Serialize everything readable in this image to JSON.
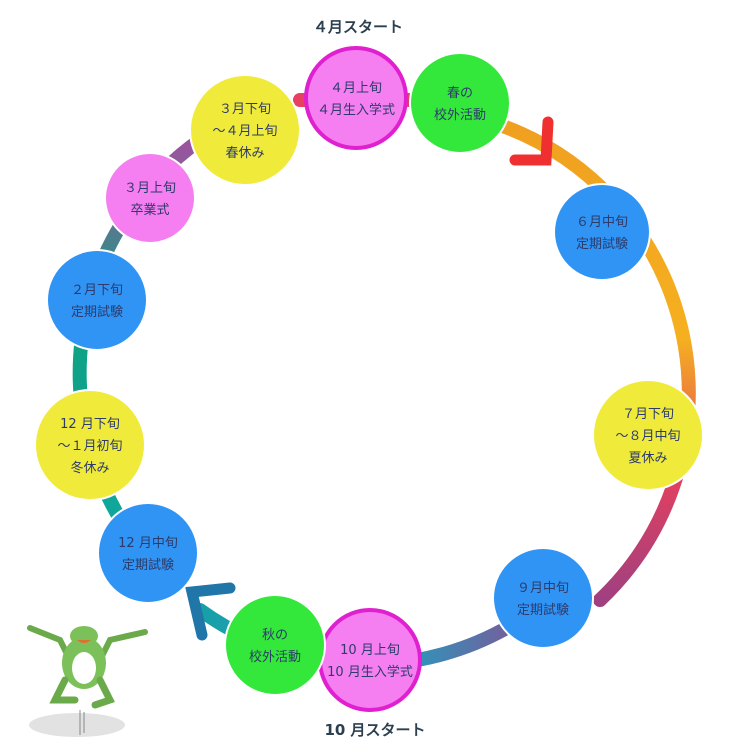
{
  "title_top": "４月スタート",
  "title_bottom": "10 月スタート",
  "colors": {
    "pink": "#f57ef0",
    "pink_border": "#e020d0",
    "green": "#33e83a",
    "blue": "#3094f5",
    "yellow": "#f0eb3a",
    "text": "#2d3b6b"
  },
  "nodes": [
    {
      "lines": [
        "４月上旬",
        "４月生入学式"
      ],
      "color": "pink",
      "border": true
    },
    {
      "lines": [
        "春の",
        "校外活動"
      ],
      "color": "green"
    },
    {
      "lines": [
        "６月中旬",
        "定期試験"
      ],
      "color": "blue"
    },
    {
      "lines": [
        "７月下旬",
        "～８月中旬",
        "夏休み"
      ],
      "color": "yellow"
    },
    {
      "lines": [
        "９月中旬",
        "定期試験"
      ],
      "color": "blue"
    },
    {
      "lines": [
        "10 月上旬",
        "10 月生入学式"
      ],
      "color": "pink",
      "border": true
    },
    {
      "lines": [
        "秋の",
        "校外活動"
      ],
      "color": "green"
    },
    {
      "lines": [
        "12 月中旬",
        "定期試験"
      ],
      "color": "blue"
    },
    {
      "lines": [
        "12 月下旬",
        "～１月初旬",
        "冬休み"
      ],
      "color": "yellow"
    },
    {
      "lines": [
        "２月下旬",
        "定期試験"
      ],
      "color": "blue"
    },
    {
      "lines": [
        "３月上旬",
        "卒業式"
      ],
      "color": "pink"
    },
    {
      "lines": [
        "３月下旬",
        "～４月上旬",
        "春休み"
      ],
      "color": "yellow"
    }
  ],
  "icons": [
    "red-arrow-icon",
    "blue-arrow-icon",
    "frog-illustration"
  ]
}
